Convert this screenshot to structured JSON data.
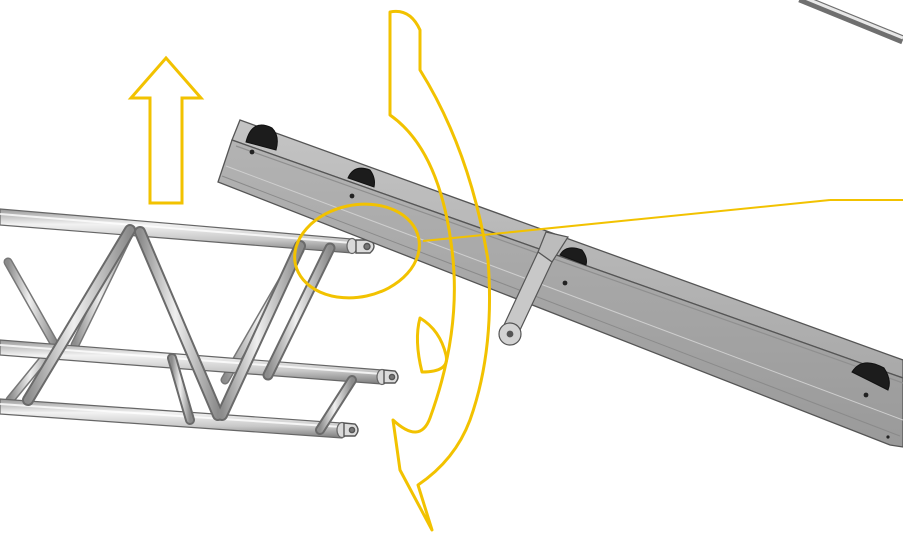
{
  "colors": {
    "background": "#ffffff",
    "annotation": "#f2c200",
    "metal_light": "#e6e6e6",
    "metal_mid": "#bdbdbd",
    "metal_dark": "#7a7a7a",
    "outline": "#555555",
    "wheel": "#1e1e1e"
  },
  "elements": {
    "truss_section": "truss-segment",
    "rail_beam": "guide-rail",
    "lift_arrow": "up-arrow-icon",
    "rotate_arrow": "rotate-arrow-icon",
    "detail_circle": "detail-highlight-circle",
    "leader_line": "callout-leader-line"
  }
}
